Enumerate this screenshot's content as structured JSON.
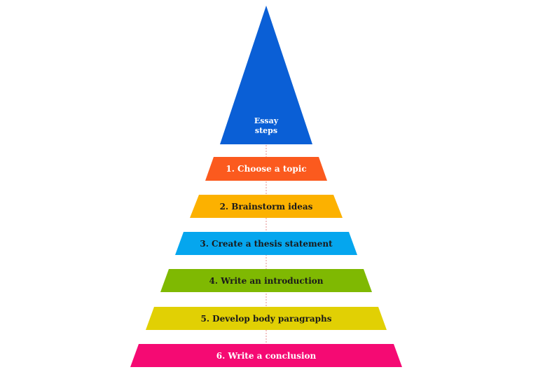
{
  "apex": {
    "line1": "Essay",
    "line2": "steps",
    "color": "#0a5fd6",
    "text_color": "#ffffff"
  },
  "connector_color": "#e8a0a0",
  "steps": [
    {
      "label": "1. Choose a topic",
      "color": "#fb5a1e",
      "text_color": "#ffffff"
    },
    {
      "label": "2. Brainstorm ideas",
      "color": "#fcb100",
      "text_color": "#1a1a1a"
    },
    {
      "label": "3. Create a thesis statement",
      "color": "#05a6ee",
      "text_color": "#1a1a1a"
    },
    {
      "label": "4. Write an introduction",
      "color": "#7fb902",
      "text_color": "#1a1a1a"
    },
    {
      "label": "5. Develop body paragraphs",
      "color": "#e1d004",
      "text_color": "#1a1a1a"
    },
    {
      "label": "6. Write a conclusion",
      "color": "#f50a73",
      "text_color": "#ffffff"
    }
  ]
}
